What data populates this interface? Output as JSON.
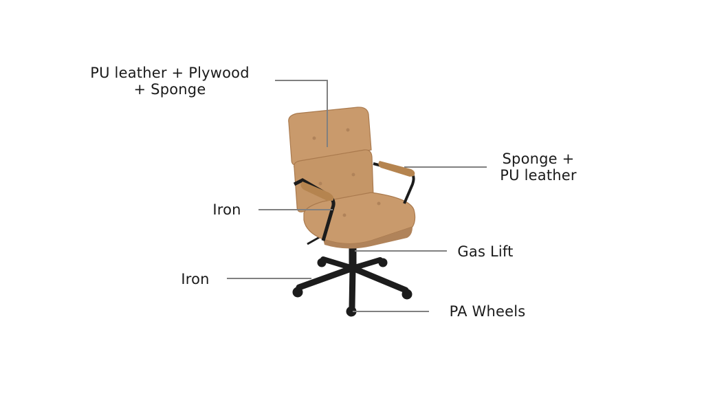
{
  "diagram": {
    "subject": "Office chair",
    "colors": {
      "leather": "#c99a6c",
      "leather_dark": "#b0835a",
      "frame": "#1c1c1c",
      "leader_line": "#808080",
      "text": "#1a1a1a",
      "background": "#ffffff"
    },
    "callouts": [
      {
        "id": "backrest",
        "line1": "PU leather + Plywood",
        "line2": "+ Sponge"
      },
      {
        "id": "armrest-pad",
        "line1": "Sponge +",
        "line2": "PU leather"
      },
      {
        "id": "armrest-frame",
        "text": "Iron"
      },
      {
        "id": "gas-lift",
        "text": "Gas Lift"
      },
      {
        "id": "base",
        "text": "Iron"
      },
      {
        "id": "wheels",
        "text": "PA Wheels"
      }
    ]
  }
}
